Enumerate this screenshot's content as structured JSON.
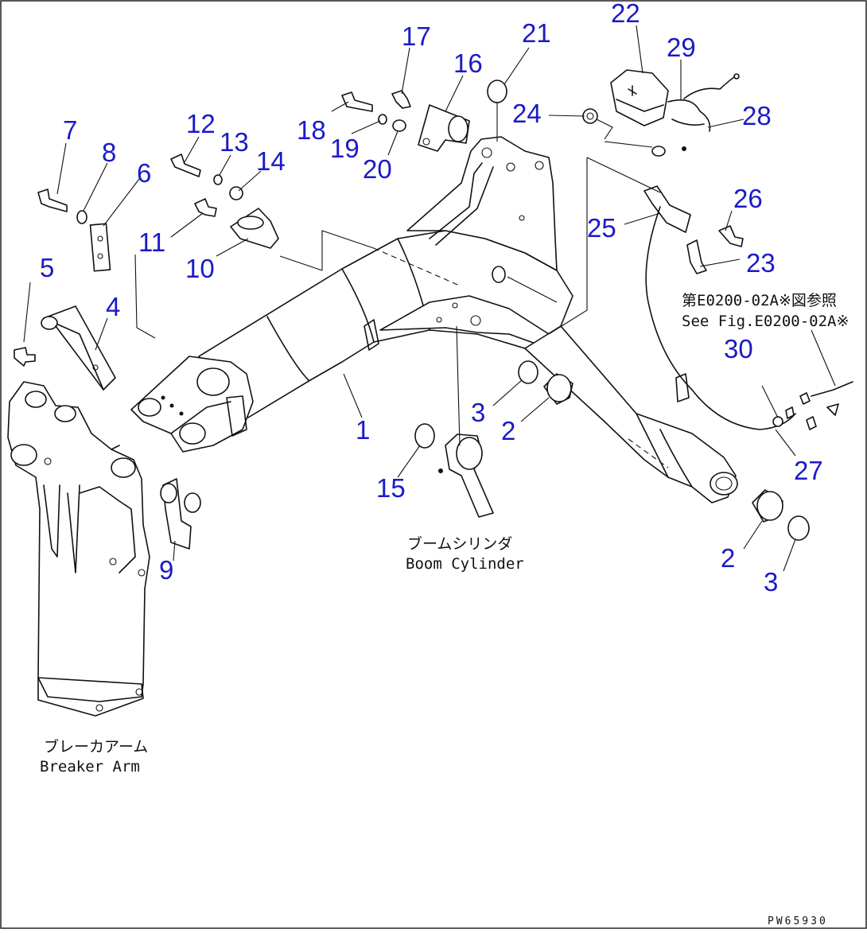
{
  "callouts": [
    {
      "label": "1"
    },
    {
      "label": "2"
    },
    {
      "label": "2"
    },
    {
      "label": "3"
    },
    {
      "label": "3"
    },
    {
      "label": "4"
    },
    {
      "label": "5"
    },
    {
      "label": "6"
    },
    {
      "label": "7"
    },
    {
      "label": "8"
    },
    {
      "label": "9"
    },
    {
      "label": "10"
    },
    {
      "label": "11"
    },
    {
      "label": "12"
    },
    {
      "label": "13"
    },
    {
      "label": "14"
    },
    {
      "label": "15"
    },
    {
      "label": "16"
    },
    {
      "label": "17"
    },
    {
      "label": "18"
    },
    {
      "label": "19"
    },
    {
      "label": "20"
    },
    {
      "label": "21"
    },
    {
      "label": "22"
    },
    {
      "label": "23"
    },
    {
      "label": "24"
    },
    {
      "label": "25"
    },
    {
      "label": "26"
    },
    {
      "label": "27"
    },
    {
      "label": "28"
    },
    {
      "label": "29"
    },
    {
      "label": "30"
    }
  ],
  "notes": {
    "boom_cylinder_jp": "ブームシリンダ",
    "boom_cylinder_en": "Boom Cylinder",
    "breaker_arm_jp": "ブレーカアーム",
    "breaker_arm_en": "Breaker Arm",
    "see_fig_jp": "第E0200-02A※図参照",
    "see_fig_en": "See Fig.E0200-02A※"
  },
  "drawing_code": "PW65930",
  "colors": {
    "callout": "#1a1ac8",
    "line": "#111111",
    "background": "#ffffff"
  }
}
